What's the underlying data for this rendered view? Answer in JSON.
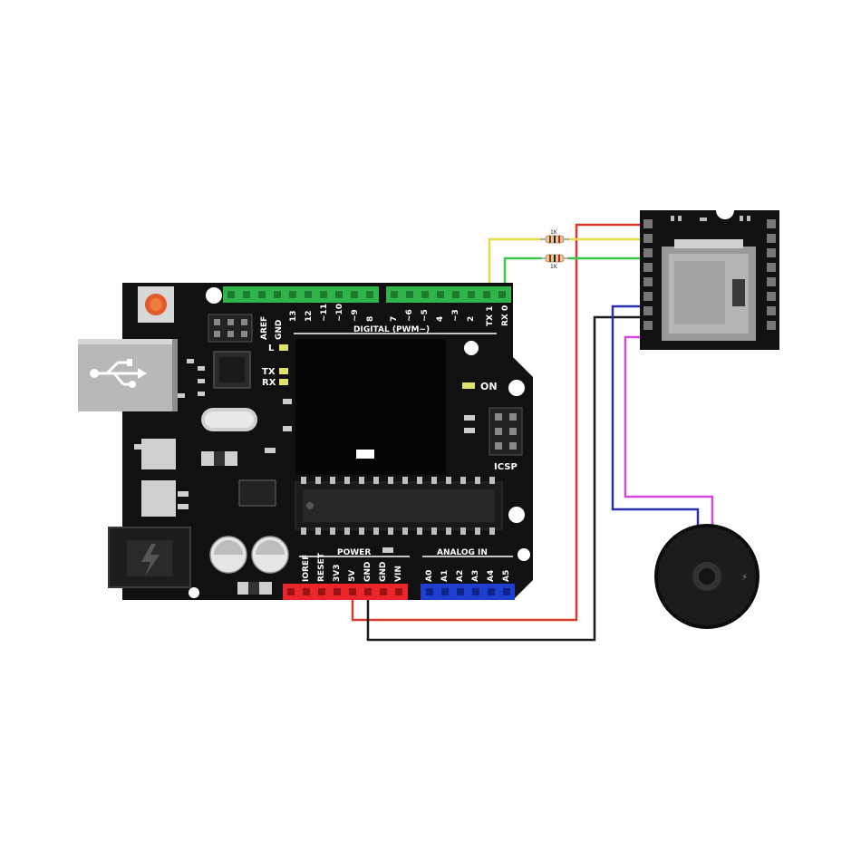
{
  "colors": {
    "board": "#111111",
    "header_green": "#2fb34a",
    "header_red": "#e8262b",
    "header_blue": "#1f3fd0",
    "wire_red": "#d83a2e",
    "wire_black": "#1a1a1a",
    "wire_yellow": "#e8d94a",
    "wire_green": "#3cc84a",
    "wire_blue": "#2a2fb0",
    "wire_magenta": "#d34adb"
  },
  "board": {
    "aref": "AREF",
    "gnd": "GND",
    "digital_label": "DIGITAL (PWM~)",
    "digital_pins_left": [
      "13",
      "12",
      "~11",
      "~10",
      "~9",
      "8"
    ],
    "digital_pins_right": [
      "7",
      "~6",
      "~5",
      "4",
      "~3",
      "2",
      "TX 1",
      "RX 0"
    ],
    "led_l": "L",
    "led_tx": "TX",
    "led_rx": "RX",
    "on": "ON",
    "icsp": "ICSP",
    "power_label": "POWER",
    "power_pins": [
      "IOREF",
      "RESET",
      "3V3",
      "5V",
      "GND",
      "GND",
      "VIN"
    ],
    "analog_label": "ANALOG IN",
    "analog_pins": [
      "A0",
      "A1",
      "A2",
      "A3",
      "A4",
      "A5"
    ]
  },
  "resistors": {
    "r1": "1K",
    "r2": "1K"
  }
}
